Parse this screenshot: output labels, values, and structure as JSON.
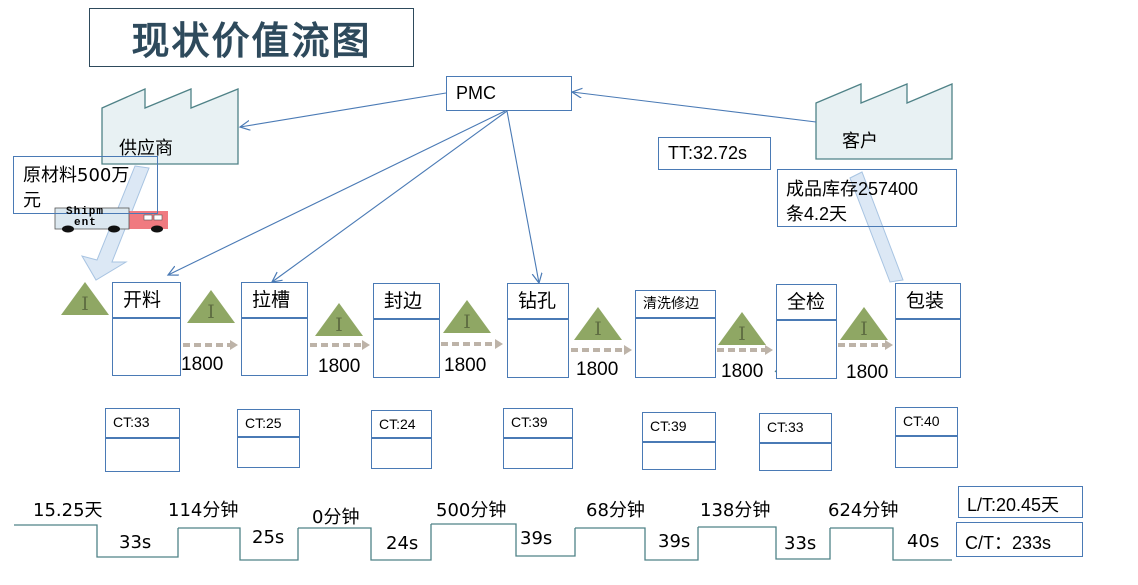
{
  "title": "现状价值流图",
  "pmc": "PMC",
  "supplier": {
    "label": "供应商",
    "material_note": "原材料500万元",
    "material_line1": "原材料500万",
    "material_line2": "元",
    "truck_text_1": "Shipm",
    "truck_text_2": "ent"
  },
  "customer": {
    "label": "客户",
    "takt_time": "TT:32.72s",
    "fg_inventory_line1": "成品库存257400",
    "fg_inventory_line2": "条4.2天"
  },
  "processes": [
    {
      "name": "开料",
      "ct": "CT:33"
    },
    {
      "name": "拉槽",
      "ct": "CT:25"
    },
    {
      "name": "封边",
      "ct": "CT:24"
    },
    {
      "name": "钻孔",
      "ct": "CT:39"
    },
    {
      "name": "清洗修边",
      "ct": "CT:39"
    },
    {
      "name": "全检",
      "ct": "CT:33"
    },
    {
      "name": "包装",
      "ct": "CT:40"
    }
  ],
  "inventory_symbol": "I",
  "push_quantities": [
    "1800",
    "1800",
    "1800",
    "1800",
    "1800",
    "1800"
  ],
  "timeline": {
    "wait_times": [
      "15.25天",
      "114分钟",
      "0分钟",
      "500分钟",
      "68分钟",
      "138分钟",
      "624分钟"
    ],
    "process_times": [
      "33s",
      "25s",
      "24s",
      "39s",
      "39s",
      "33s",
      "40s"
    ],
    "lead_time": "L/T:20.45天",
    "cycle_time": "C/T：233s"
  },
  "colors": {
    "box_border": "#4a7ab5",
    "title_text": "#2e4a5c",
    "factory_fill": "#e8f1f3",
    "factory_stroke": "#4f8287",
    "inventory_triangle": "#8fa764",
    "inventory_letter": "#6b7a4a",
    "push_arrow": "#bdb3a8",
    "info_arrow": "#4a7ab5",
    "timeline_line": "#4f8287",
    "truck_cab": "#f07a80"
  }
}
